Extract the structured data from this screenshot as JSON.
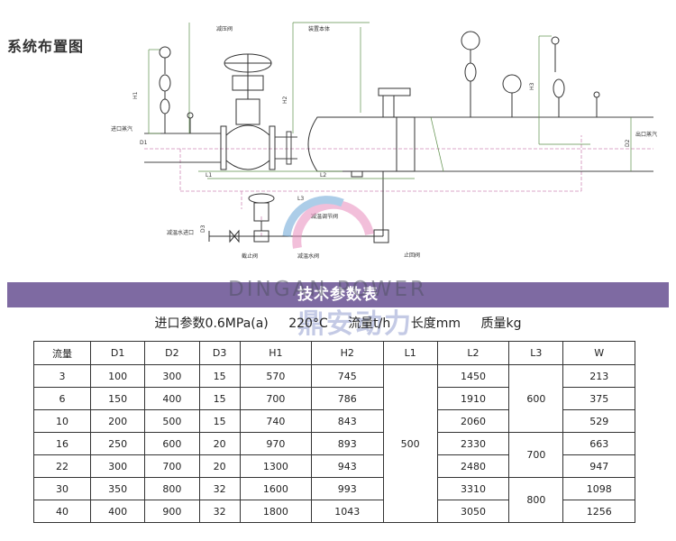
{
  "layout_title": "系统布置图",
  "diagram": {
    "labels": {
      "pressure_valve": "减压阀",
      "desuperheater": "装置本体",
      "inlet": "进口蒸汽",
      "outlet": "出口蒸汽",
      "water_inlet": "减温水进口",
      "shutoff_valve": "截止阀",
      "check_valve": "止回阀",
      "water_valve": "减温水阀",
      "water_control_valve": "减温调节阀"
    },
    "dims": {
      "D1": "D1",
      "D2": "D2",
      "D3": "D3",
      "H1": "H1",
      "H2": "H2",
      "H3": "H3",
      "L1": "L1",
      "L2": "L2",
      "L3": "L3"
    }
  },
  "watermark": {
    "latin": "DINGAN POWER",
    "cjk": "鼎安动力"
  },
  "param_title": "技术参数表",
  "units_line": {
    "inlet_params": "进口参数0.6MPa(a)",
    "temperature": "220°C",
    "flow": "流量t/h",
    "length": "长度mm",
    "mass": "质量kg"
  },
  "table": {
    "headers": [
      "流量",
      "D1",
      "D2",
      "D3",
      "H1",
      "H2",
      "L1",
      "L2",
      "L3",
      "W"
    ],
    "rows": [
      {
        "flow": "3",
        "D1": "100",
        "D2": "300",
        "D3": "15",
        "H1": "570",
        "H2": "745",
        "L2": "1450",
        "W": "213"
      },
      {
        "flow": "6",
        "D1": "150",
        "D2": "400",
        "D3": "15",
        "H1": "700",
        "H2": "786",
        "L2": "1910",
        "W": "375"
      },
      {
        "flow": "10",
        "D1": "200",
        "D2": "500",
        "D3": "15",
        "H1": "740",
        "H2": "843",
        "L2": "2060",
        "W": "529"
      },
      {
        "flow": "16",
        "D1": "250",
        "D2": "600",
        "D3": "20",
        "H1": "970",
        "H2": "893",
        "L2": "2330",
        "W": "663"
      },
      {
        "flow": "22",
        "D1": "300",
        "D2": "700",
        "D3": "20",
        "H1": "1300",
        "H2": "943",
        "L2": "2480",
        "W": "947"
      },
      {
        "flow": "30",
        "D1": "350",
        "D2": "800",
        "D3": "32",
        "H1": "1600",
        "H2": "993",
        "L2": "3310",
        "W": "1098"
      },
      {
        "flow": "40",
        "D1": "400",
        "D2": "900",
        "D3": "32",
        "H1": "1800",
        "H2": "1043",
        "L2": "3050",
        "W": "1256"
      }
    ],
    "L1_merged": "500",
    "L3_merged": [
      "600",
      "700",
      "800"
    ]
  }
}
